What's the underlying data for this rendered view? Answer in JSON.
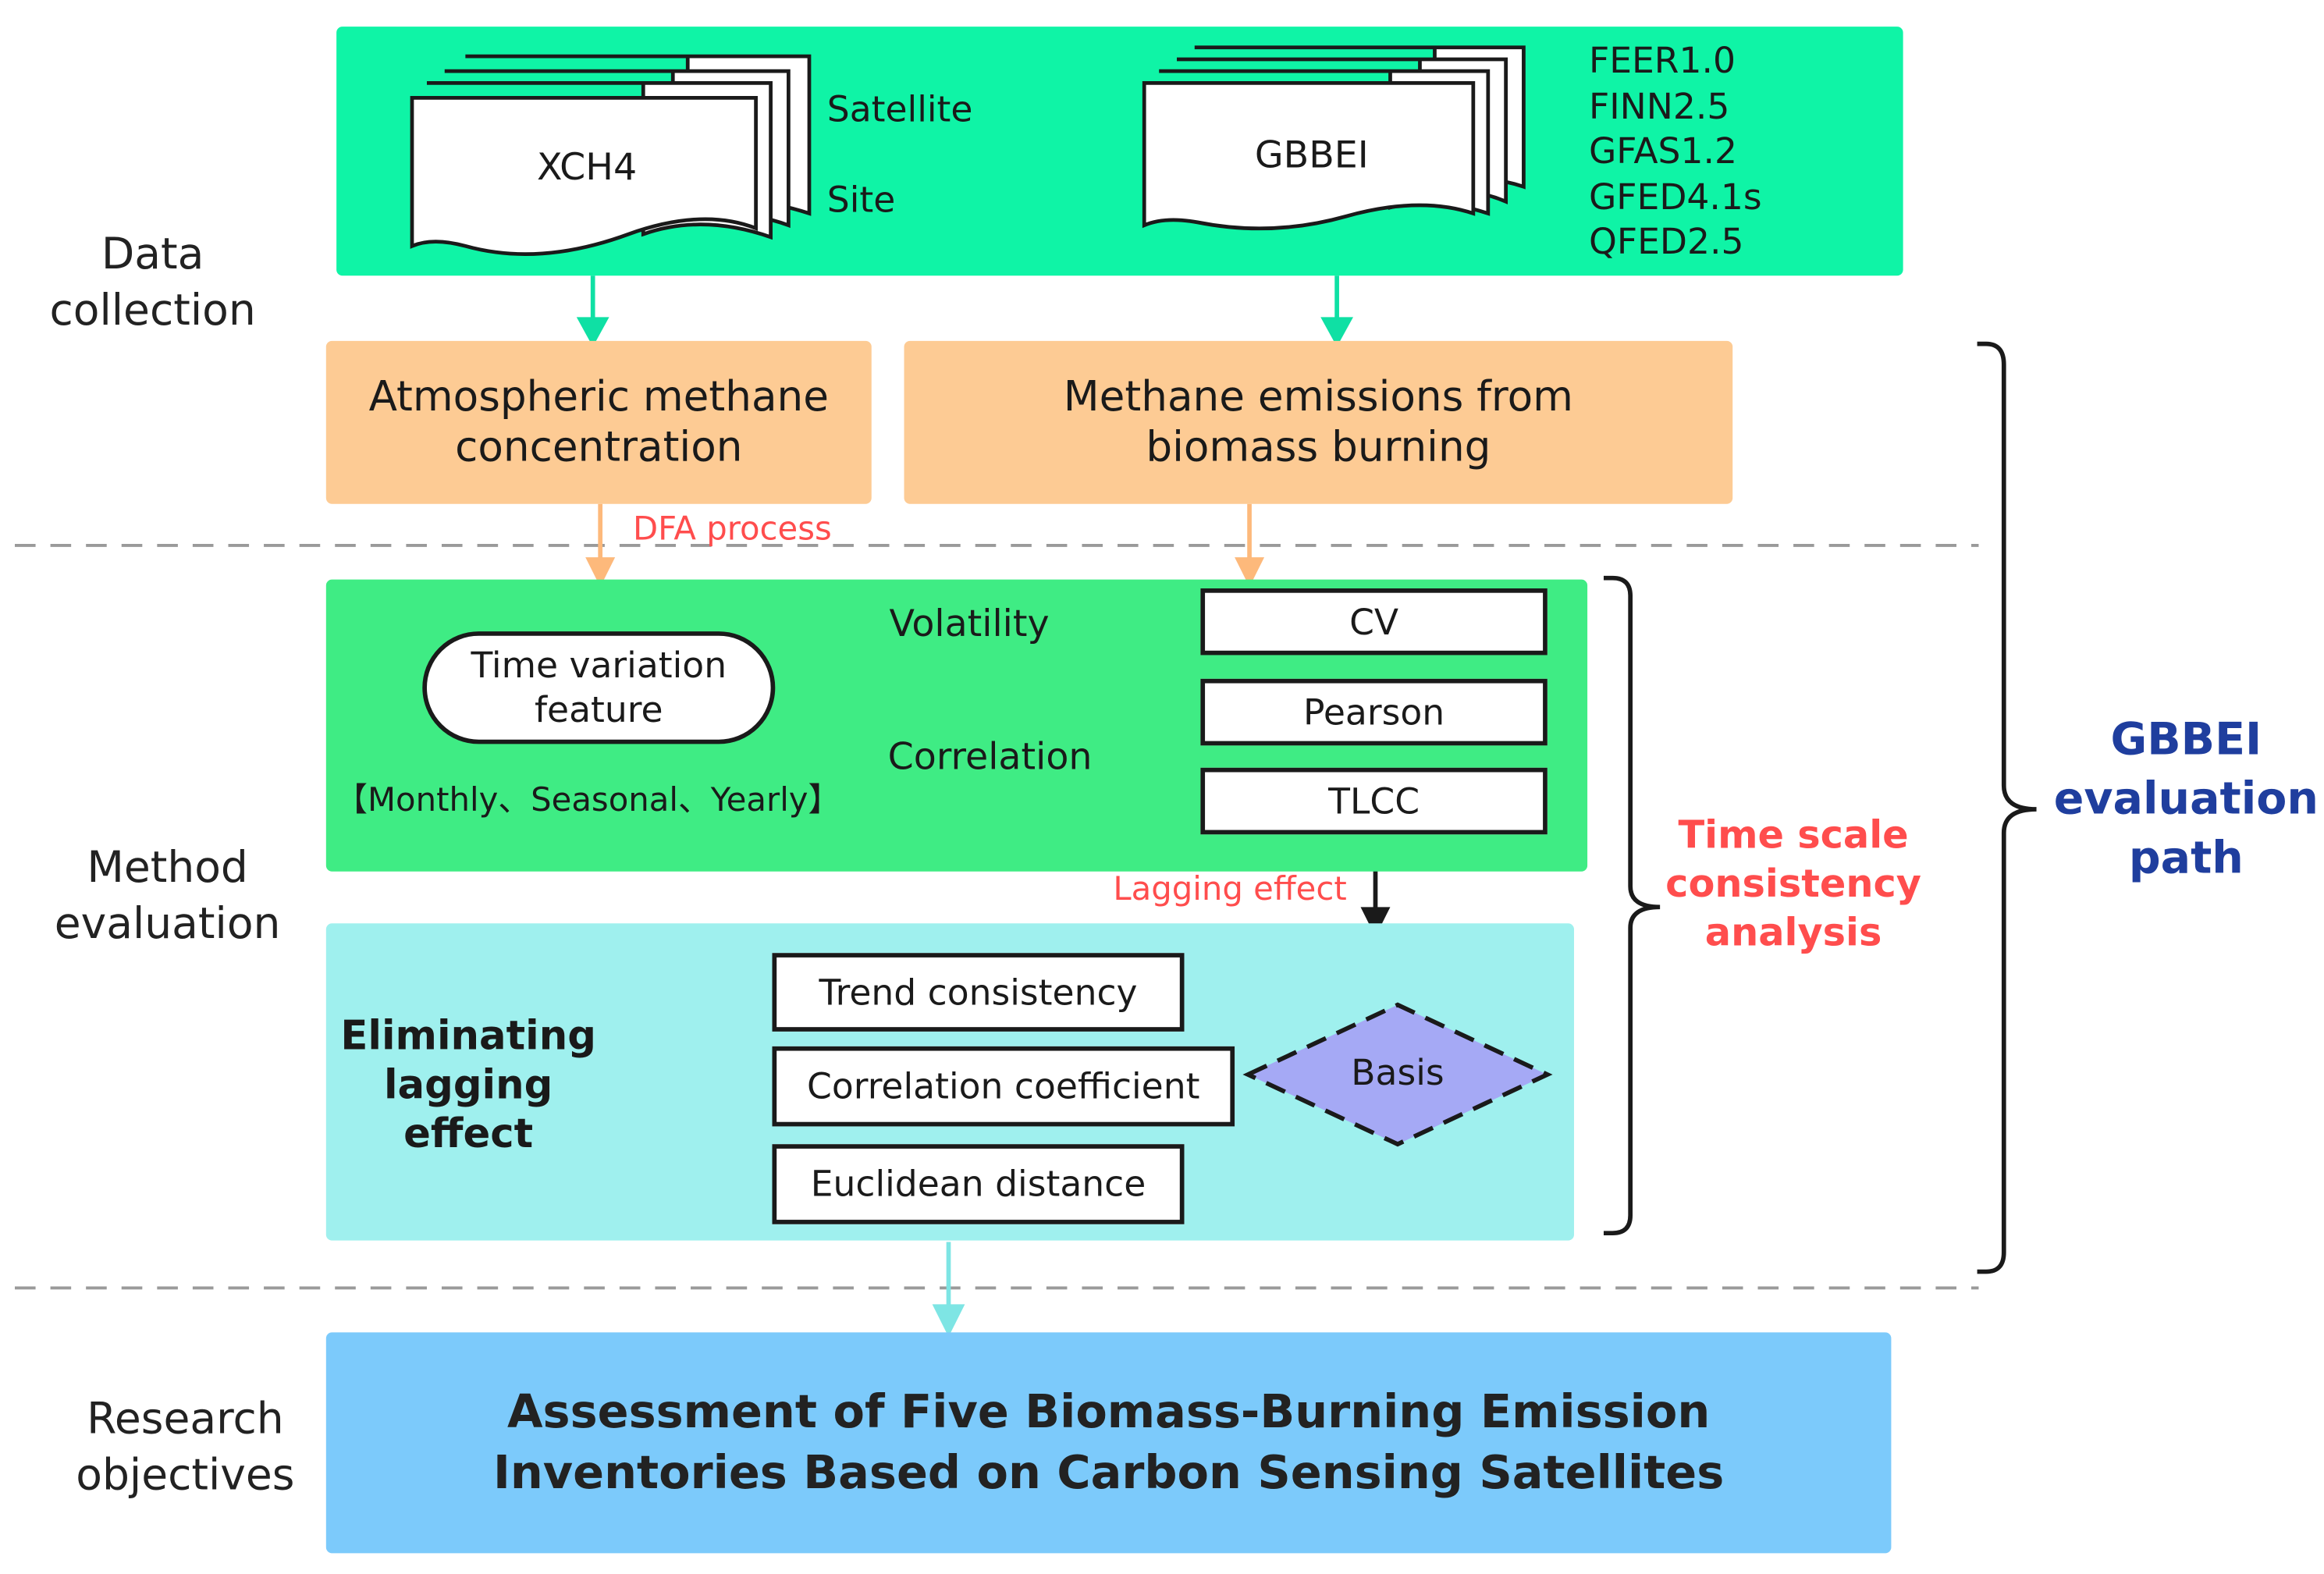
{
  "stages": {
    "data_collection": "Data\ncollection",
    "method_evaluation": "Method\nevaluation",
    "research_objectives": "Research\nobjectives"
  },
  "data_collection": {
    "xch4": {
      "label": "XCH4",
      "sources": [
        "Satellite",
        "Site"
      ]
    },
    "gbbei": {
      "label": "GBBEI",
      "inventories": [
        "FEER1.0",
        "FINN2.5",
        "GFAS1.2",
        "GFED4.1s",
        "QFED2.5"
      ]
    }
  },
  "orange_boxes": {
    "atmospheric": "Atmospheric methane concentration",
    "emissions": "Methane emissions from biomass burning"
  },
  "dfa_label": "DFA process",
  "time_variation": {
    "oval": "Time variation feature",
    "scales": "【Monthly、Seasonal、Yearly】",
    "volatility": "Volatility",
    "correlation": "Correlation",
    "metrics": [
      "CV",
      "Pearson",
      "TLCC"
    ],
    "lagging_effect": "Lagging effect"
  },
  "eliminating": {
    "title": "Eliminating lagging effect",
    "metrics": [
      "Trend consistency",
      "Correlation coefficient",
      "Euclidean distance"
    ],
    "basis": "Basis"
  },
  "brackets": {
    "time_scale": "Time scale consistency analysis",
    "gbbei_path": "GBBEI evaluation path"
  },
  "objective": "Assessment of Five Biomass-Burning Emission Inventories Based on Carbon Sensing Satellites",
  "colors": {
    "top_band": "#0ff4a6",
    "orange": "#fdcb94",
    "green_panel": "#3fec84",
    "cyan_panel": "#9ff0ee",
    "blue_box": "#7ccafb",
    "basis_diamond": "#a5a9f5",
    "red_text": "#ff4d4d",
    "navy_text": "#1f3e9e"
  }
}
